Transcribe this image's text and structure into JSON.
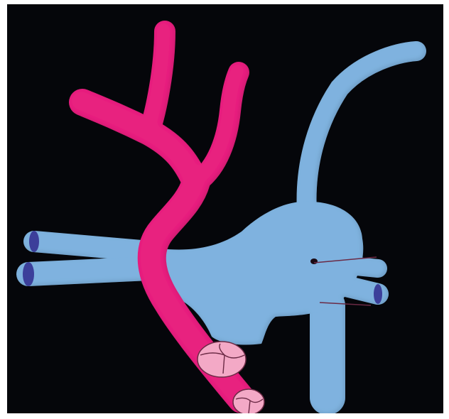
{
  "figure": {
    "background_color": "#05060a",
    "page_color": "#ffffff",
    "colors": {
      "artery": "#e8217f",
      "artery_highlight": "#ff6fb3",
      "vein": "#7fb2df",
      "vein_highlight": "#a9cdf0",
      "vessel_cap": "#3c3f9a",
      "valve": "#f3a9c6",
      "valve_outline": "#6b2a45",
      "opening": "#1a0a14"
    },
    "parts": [
      "artery",
      "vein-body",
      "vein-ascending-branch",
      "vein-left-upper-branch",
      "vein-left-lower-branch",
      "vein-right-upper-branch",
      "vein-right-lower-branch",
      "vein-descending-trunk",
      "valve-middle",
      "valve-bottom"
    ]
  }
}
